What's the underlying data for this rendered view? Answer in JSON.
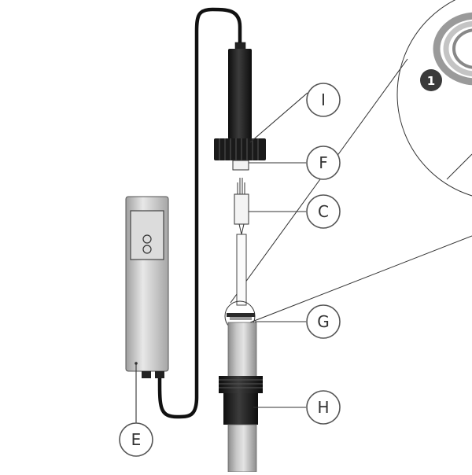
{
  "callouts": {
    "I": "I",
    "F": "F",
    "C": "C",
    "G": "G",
    "H": "H",
    "E": "E"
  },
  "detail_marker": "1",
  "colors": {
    "ink": "#1a1a1a",
    "metal_light": "#e6e6e6",
    "metal_mid": "#b5b5b5",
    "metal_dark": "#8a8a8a",
    "marker_fill": "#3a3a3a",
    "label_stroke": "#555555"
  }
}
